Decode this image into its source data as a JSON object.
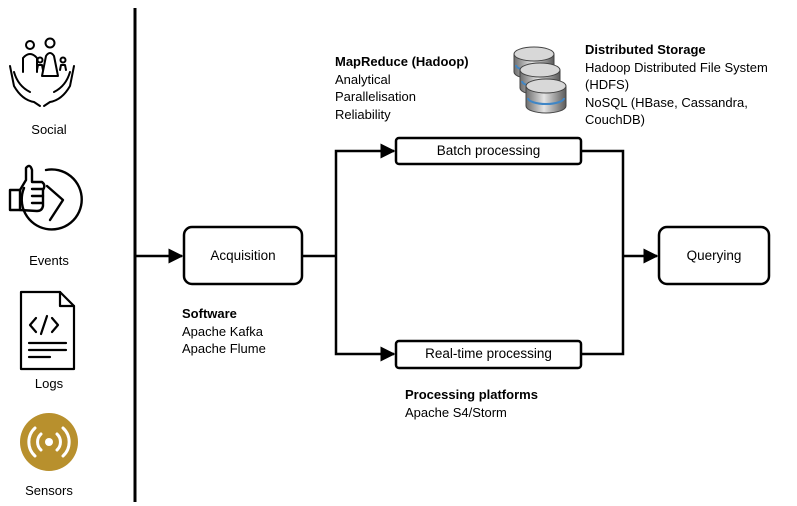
{
  "sources": [
    {
      "label": "Social",
      "icon": "family-hands-icon"
    },
    {
      "label": "Events",
      "icon": "clock-thumbs-up-icon"
    },
    {
      "label": "Logs",
      "icon": "code-document-icon"
    },
    {
      "label": "Sensors",
      "icon": "wireless-sensor-icon"
    }
  ],
  "nodes": {
    "acquisition": "Acquisition",
    "batch": "Batch processing",
    "realtime": "Real-time processing",
    "querying": "Querying"
  },
  "notes": {
    "software": {
      "heading": "Software",
      "lines": [
        "Apache Kafka",
        "Apache Flume"
      ]
    },
    "mapreduce": {
      "heading": "MapReduce (Hadoop)",
      "lines": [
        "Analytical",
        "Parallelisation",
        "Reliability"
      ]
    },
    "storage": {
      "heading": "Distributed Storage",
      "lines": [
        "Hadoop Distributed File System",
        "(HDFS)",
        "NoSQL (HBase, Cassandra,",
        "CouchDB)"
      ]
    },
    "platforms": {
      "heading": "Processing platforms",
      "lines": [
        "Apache S4/Storm"
      ]
    }
  },
  "colors": {
    "sensor_gold": "#B8902D",
    "line": "#000000",
    "db_blue": "#3F86C6"
  },
  "storage_icon": "database-stack-icon"
}
